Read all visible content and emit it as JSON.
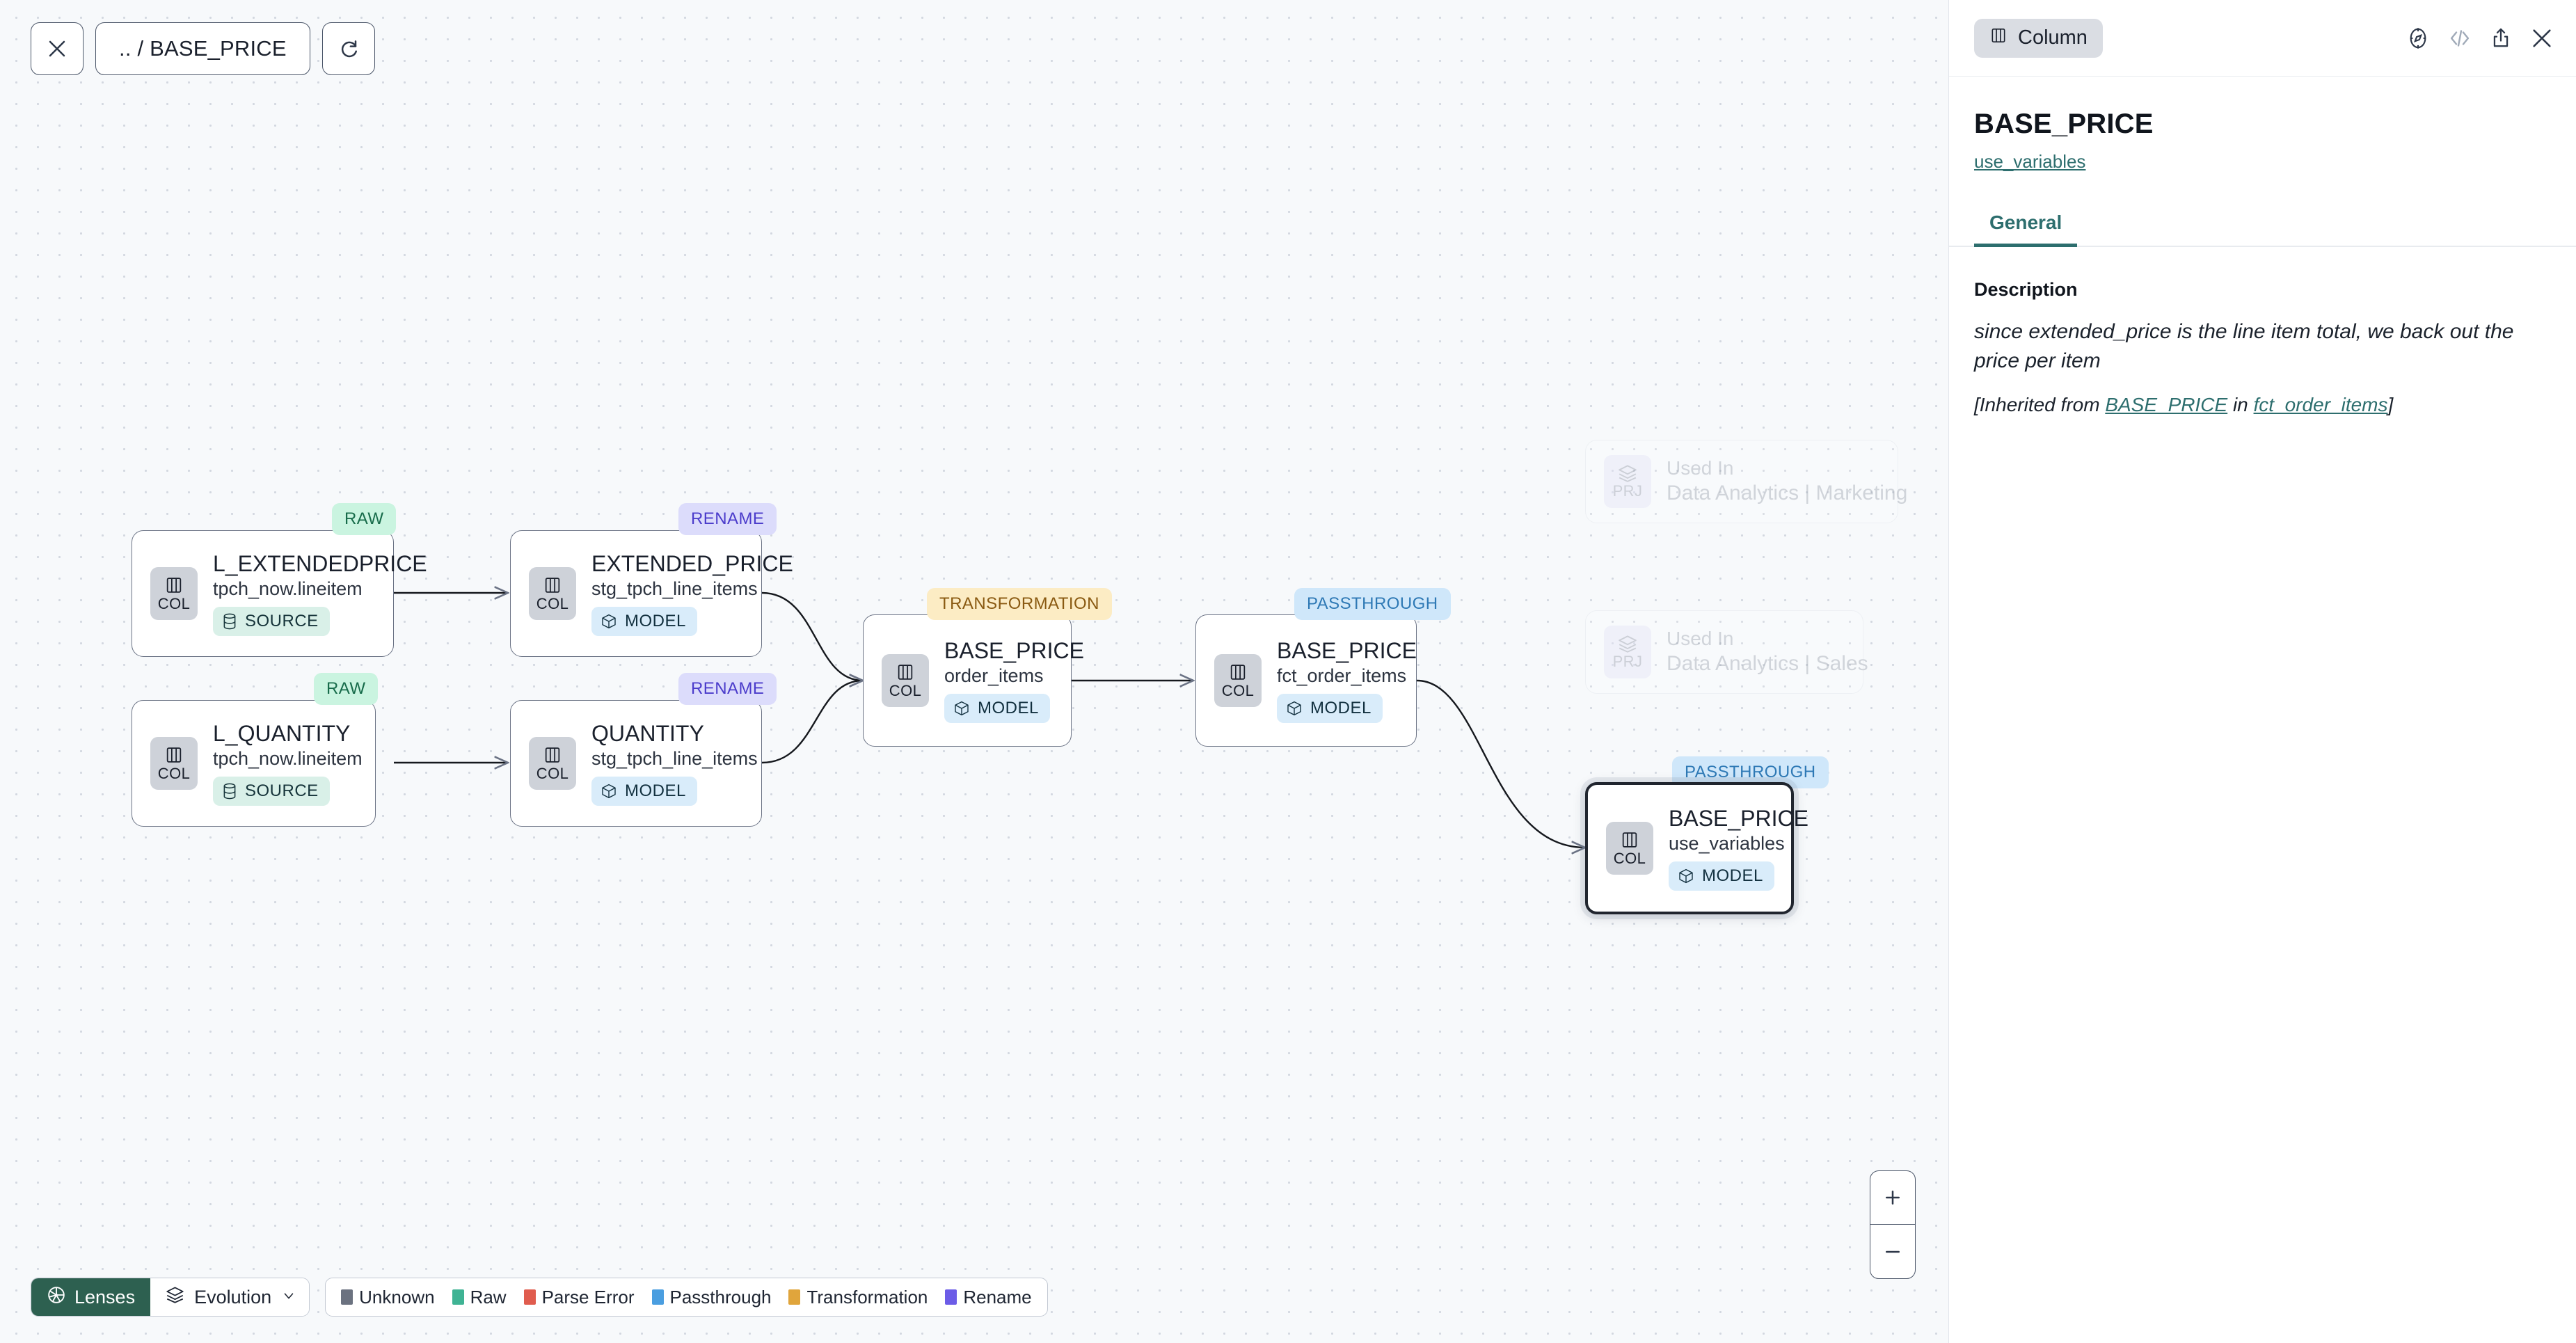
{
  "toolbar": {
    "close_icon": "close-icon",
    "breadcrumb": ".. / BASE_PRICE",
    "refresh_icon": "refresh-icon"
  },
  "graph": {
    "nodes": [
      {
        "id": "l-extendedprice",
        "chip": "COL",
        "chip_icon": "column-icon",
        "title": "L_EXTENDEDPRICE",
        "subtitle": "tpch_now.lineitem",
        "kind": "SOURCE",
        "kind_icon": "database-icon",
        "lens": "RAW"
      },
      {
        "id": "l-quantity",
        "chip": "COL",
        "chip_icon": "column-icon",
        "title": "L_QUANTITY",
        "subtitle": "tpch_now.lineitem",
        "kind": "SOURCE",
        "kind_icon": "database-icon",
        "lens": "RAW"
      },
      {
        "id": "extended-price",
        "chip": "COL",
        "chip_icon": "column-icon",
        "title": "EXTENDED_PRICE",
        "subtitle": "stg_tpch_line_items",
        "kind": "MODEL",
        "kind_icon": "cube-icon",
        "lens": "RENAME"
      },
      {
        "id": "quantity",
        "chip": "COL",
        "chip_icon": "column-icon",
        "title": "QUANTITY",
        "subtitle": "stg_tpch_line_items",
        "kind": "MODEL",
        "kind_icon": "cube-icon",
        "lens": "RENAME"
      },
      {
        "id": "base-price-order-items",
        "chip": "COL",
        "chip_icon": "column-icon",
        "title": "BASE_PRICE",
        "subtitle": "order_items",
        "kind": "MODEL",
        "kind_icon": "cube-icon",
        "lens": "TRANSFORMATION"
      },
      {
        "id": "base-price-fct-order-items",
        "chip": "COL",
        "chip_icon": "column-icon",
        "title": "BASE_PRICE",
        "subtitle": "fct_order_items",
        "kind": "MODEL",
        "kind_icon": "cube-icon",
        "lens": "PASSTHROUGH"
      },
      {
        "id": "base-price-use-variables",
        "chip": "COL",
        "chip_icon": "column-icon",
        "title": "BASE_PRICE",
        "subtitle": "use_variables",
        "kind": "MODEL",
        "kind_icon": "cube-icon",
        "lens": "PASSTHROUGH",
        "selected": true
      }
    ],
    "used_in_nodes": [
      {
        "id": "used-in-marketing",
        "chip": "PRJ",
        "chip_icon": "stack-icon",
        "title": "Used In",
        "subtitle": "Data Analytics | Marketing"
      },
      {
        "id": "used-in-sales",
        "chip": "PRJ",
        "chip_icon": "stack-icon",
        "title": "Used In",
        "subtitle": "Data Analytics | Sales"
      }
    ]
  },
  "bottom": {
    "lenses_label": "Lenses",
    "lenses_icon": "aperture-icon",
    "evolution_label": "Evolution",
    "evolution_icon": "stack-icon",
    "chevron_icon": "chevron-down-icon",
    "legend": [
      {
        "label": "Unknown",
        "color": "#6b7280"
      },
      {
        "label": "Raw",
        "color": "#3fb394"
      },
      {
        "label": "Parse Error",
        "color": "#e05c4e"
      },
      {
        "label": "Passthrough",
        "color": "#4a9ee0"
      },
      {
        "label": "Transformation",
        "color": "#e0a53c"
      },
      {
        "label": "Rename",
        "color": "#6c5ce7"
      }
    ]
  },
  "zoom": {
    "zoom_in_label": "+",
    "zoom_out_label": "–"
  },
  "panel": {
    "type_badge": "Column",
    "type_badge_icon": "column-icon",
    "icons": {
      "explore": "compass-icon",
      "code": "code-icon",
      "share": "share-icon",
      "close": "close-icon"
    },
    "title": "BASE_PRICE",
    "model_link": "use_variables",
    "tabs": [
      {
        "label": "General",
        "active": true
      }
    ],
    "description_label": "Description",
    "description_text": "since extended_price is the line item total, we back out the price per item",
    "inherited_prefix": "[Inherited from ",
    "inherited_column": "BASE_PRICE",
    "inherited_mid": " in ",
    "inherited_model": "fct_order_items",
    "inherited_suffix": "]"
  },
  "colors": {
    "accent_teal": "#2d6e6e",
    "lenses_green": "#2d6050",
    "canvas_bg": "#f7f9fb"
  }
}
